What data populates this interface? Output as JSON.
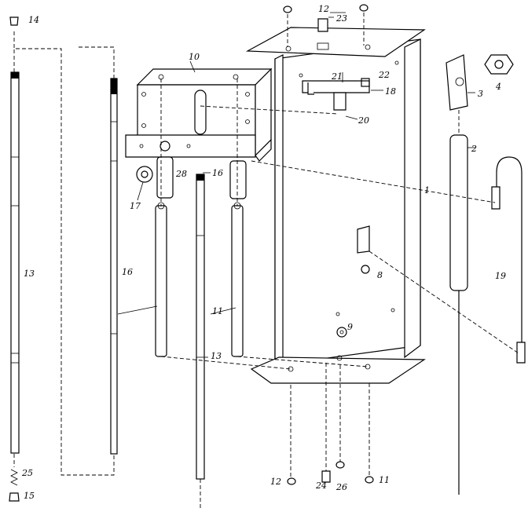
{
  "labels": {
    "p1": "1",
    "p2": "2",
    "p3": "3",
    "p4": "4",
    "p8": "8",
    "p9": "9",
    "p10": "10",
    "p11a": "11",
    "p11b": "11",
    "p12a": "12",
    "p12b": "12",
    "p13a": "13",
    "p13b": "13",
    "p14": "14",
    "p15": "15",
    "p16a": "16",
    "p16b": "16",
    "p17": "17",
    "p18": "18",
    "p19": "19",
    "p20": "20",
    "p21": "21",
    "p22": "22",
    "p23": "23",
    "p24": "24",
    "p25": "25",
    "p26": "26",
    "p28": "28"
  }
}
